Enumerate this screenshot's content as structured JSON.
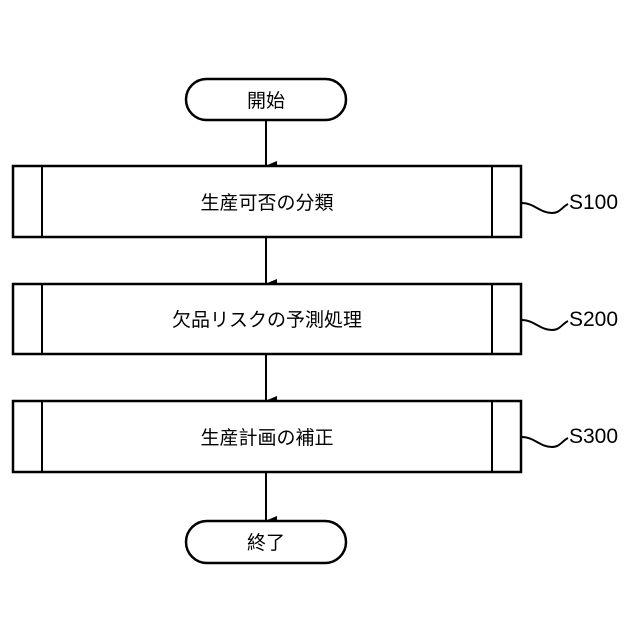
{
  "flowchart": {
    "start": {
      "label": "開始"
    },
    "steps": [
      {
        "id": "S100",
        "label": "生産可否の分類"
      },
      {
        "id": "S200",
        "label": "欠品リスクの予測処理"
      },
      {
        "id": "S300",
        "label": "生産計画の補正"
      }
    ],
    "end": {
      "label": "終了"
    }
  }
}
